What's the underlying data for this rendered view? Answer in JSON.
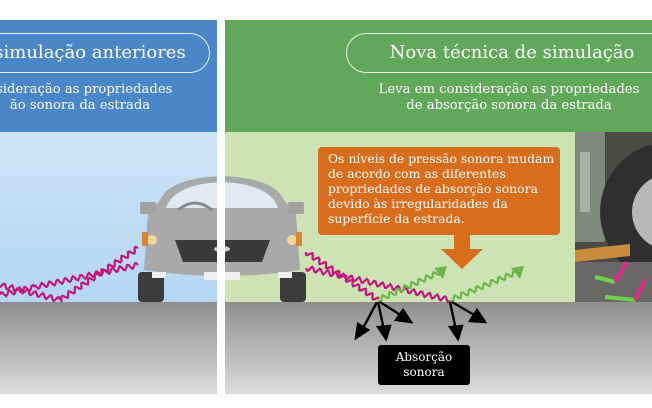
{
  "left_panel": {
    "title": "simulação anteriores",
    "subtitle_line1": "nsideração as propriedades",
    "subtitle_line2": "ão sonora da estrada"
  },
  "right_panel": {
    "title": "Nova técnica de simulação",
    "subtitle_line1": "Leva em consideração as propriedades",
    "subtitle_line2": "de absorção sonora da estrada"
  },
  "callout": {
    "lines": [
      "Os níveis de pressão sonora mudam",
      "de acordo com as diferentes",
      "propriedades de absorção sonora",
      "devido às irregularidades da",
      "superfície da estrada."
    ]
  },
  "absorption_label": {
    "line1": "Absorção",
    "line2": "sonora"
  },
  "colors": {
    "left_header": "#4a86c8",
    "right_header": "#62a85b",
    "callout": "#d96d1e",
    "incident_wave": "#c0167e",
    "reflected_wave": "#6cb54a"
  }
}
